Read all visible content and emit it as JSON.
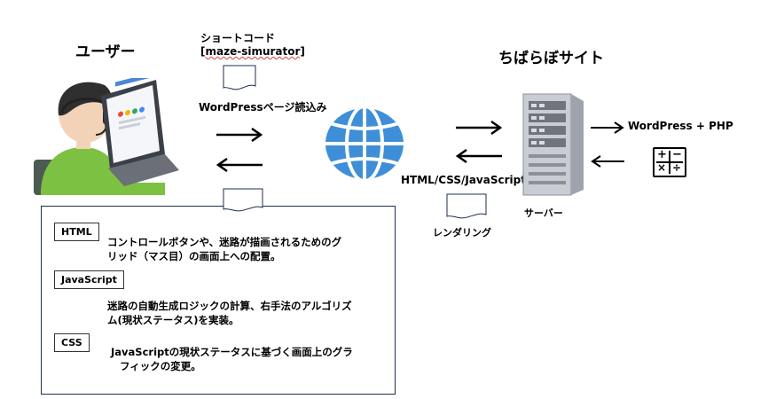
{
  "headings": {
    "user": "ユーザー",
    "site": "ちばらぼサイト"
  },
  "shortcode": {
    "line1": "ショートコード",
    "line2": "[maze-simurator]"
  },
  "labels": {
    "wp_load": "WordPressページ読込み",
    "response": "HTML/CSS/JavaScript",
    "server": "サーバー",
    "wp_php": "WordPress + PHP",
    "rendering": "レンダリング"
  },
  "panel": {
    "html_tag": "HTML",
    "html_desc_1": "コントロールボタンや、迷路が描画されるためのグ",
    "html_desc_2": "リッド（マス目）の画面上への配置。",
    "js_tag": "JavaScript",
    "js_desc_1": "迷路の自動生成ロジックの計算、右手法のアルゴリズ",
    "js_desc_2": "ム(現状ステータス)を実装。",
    "css_tag": "CSS",
    "css_desc_1": "JavaScriptの現状ステータスに基づく画面上のグラ",
    "css_desc_2": "フィックの変更。"
  },
  "calculator": {
    "k1": "+",
    "k2": "−",
    "k3": "×",
    "k4": "÷"
  },
  "colors": {
    "globe": "#3f8fd8",
    "server": "#c9ccd3",
    "shirt": "#7dc142",
    "panel_border": "#1f2f4f"
  }
}
